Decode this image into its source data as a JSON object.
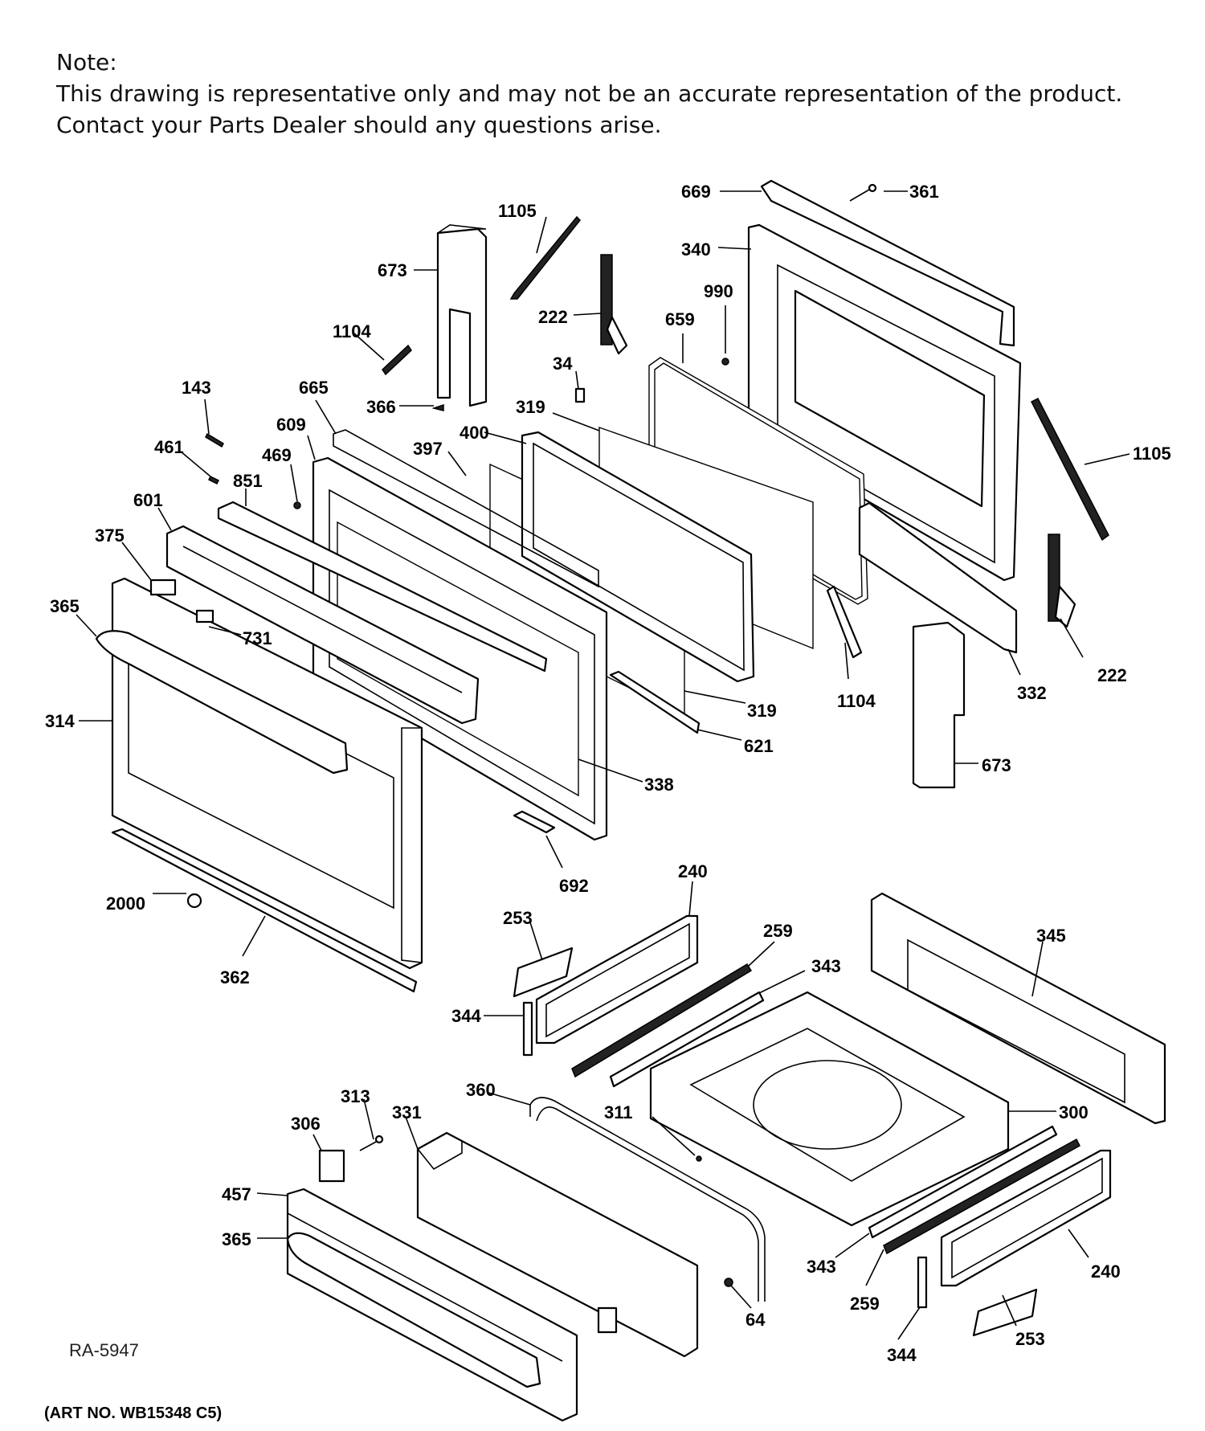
{
  "note": {
    "heading": "Note:",
    "line1": "This drawing is representative only and may not be an accurate representation of the product.",
    "line2": "Contact your Parts Dealer should any questions arise."
  },
  "footer": {
    "code": "RA-5947",
    "art_no": "(ART NO. WB15348 C5)"
  },
  "callouts": {
    "c669": "669",
    "c361": "361",
    "c1105a": "1105",
    "c340": "340",
    "c673a": "673",
    "c990": "990",
    "c222a": "222",
    "c659": "659",
    "c1104a": "1104",
    "c34": "34",
    "c366": "366",
    "c319a": "319",
    "c143": "143",
    "c665": "665",
    "c400": "400",
    "c609": "609",
    "c397": "397",
    "c461": "461",
    "c469": "469",
    "c1105b": "1105",
    "c851": "851",
    "c601": "601",
    "c375": "375",
    "c365a": "365",
    "c731": "731",
    "c222b": "222",
    "c1104b": "1104",
    "c332": "332",
    "c319b": "319",
    "c314": "314",
    "c621": "621",
    "c673b": "673",
    "c338": "338",
    "c692": "692",
    "c240a": "240",
    "c2000": "2000",
    "c253a": "253",
    "c259a": "259",
    "c345": "345",
    "c362": "362",
    "c343a": "343",
    "c344a": "344",
    "c313": "313",
    "c331": "331",
    "c360": "360",
    "c311": "311",
    "c300": "300",
    "c306": "306",
    "c457": "457",
    "c365b": "365",
    "c343b": "343",
    "c240b": "240",
    "c259b": "259",
    "c64": "64",
    "c253b": "253",
    "c344b": "344"
  }
}
